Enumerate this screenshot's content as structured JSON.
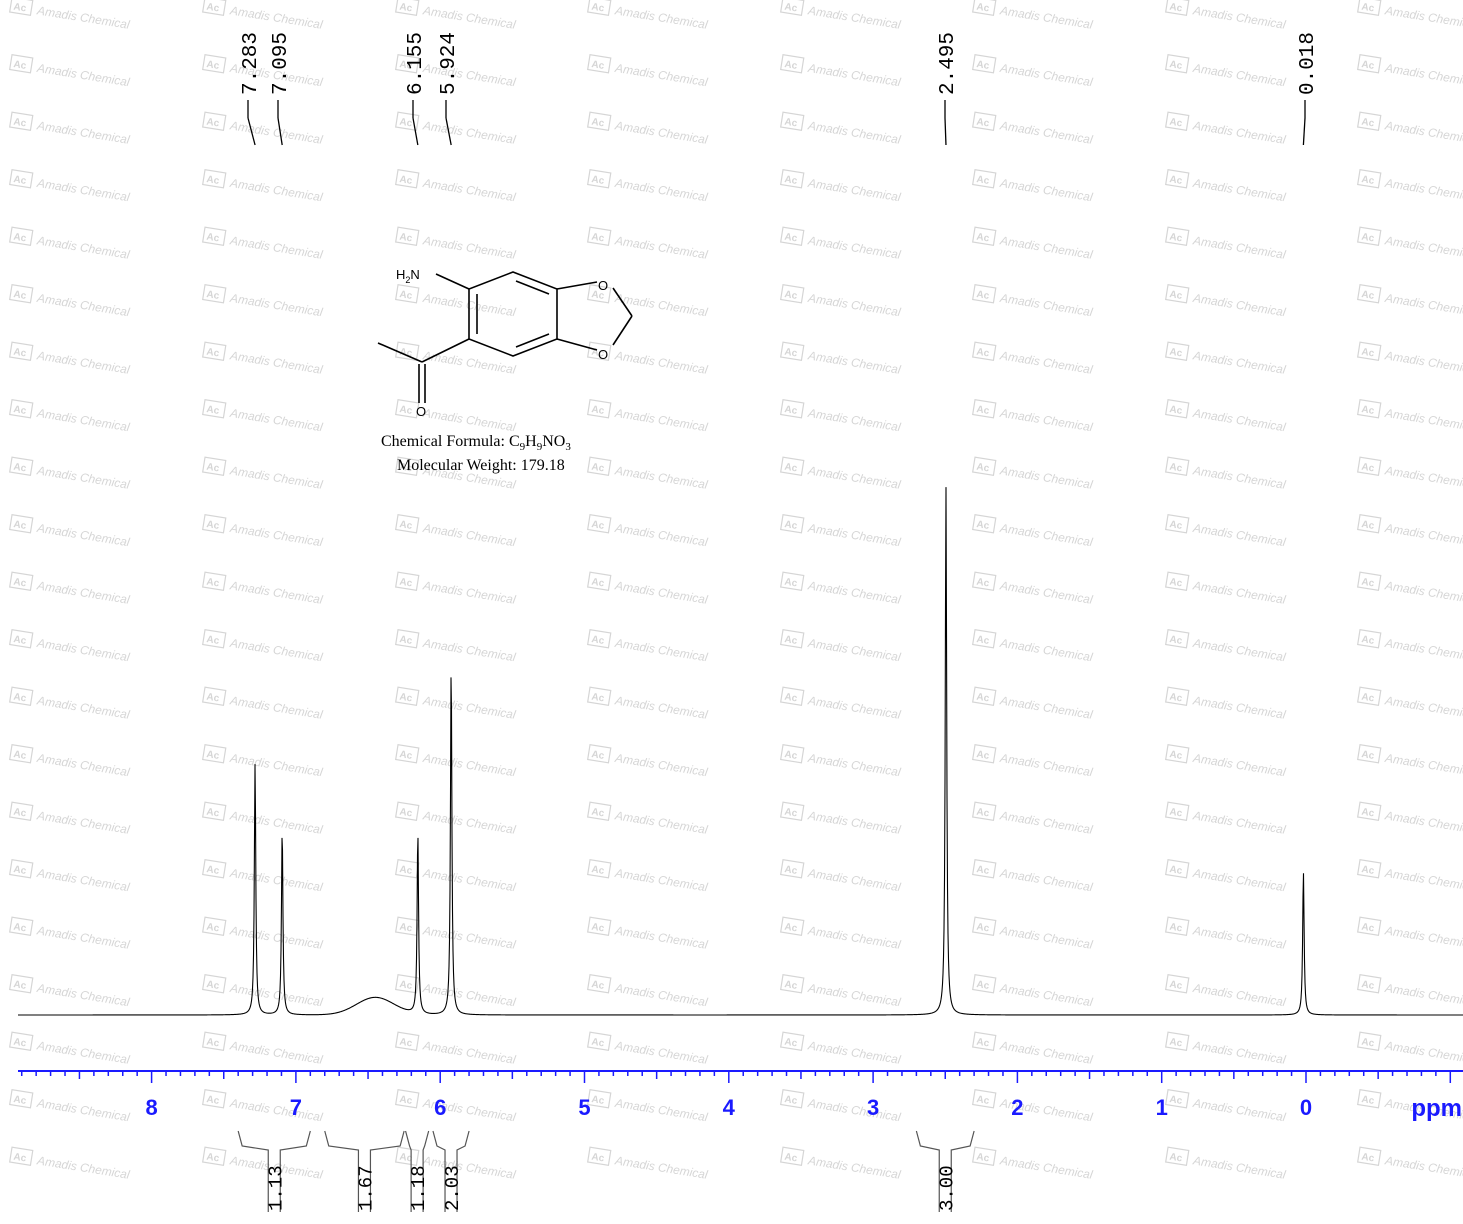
{
  "chart_data": {
    "type": "line",
    "title": "",
    "xlabel": "ppm",
    "ylabel": "",
    "xlim": [
      8.9,
      -1.1
    ],
    "ylim": [
      0,
      100
    ],
    "x_reversed": true,
    "grid": false,
    "axis_color": "#1a1aff",
    "trace_color": "#000000",
    "x_ticks": [
      8,
      7,
      6,
      5,
      4,
      3,
      2,
      1,
      0
    ],
    "peaks": [
      {
        "label": "7.283",
        "ppm": 7.283,
        "height": 72
      },
      {
        "label": "7.095",
        "ppm": 7.095,
        "height": 53
      },
      {
        "label": "6.155",
        "ppm": 6.155,
        "height": 52
      },
      {
        "label": "5.924",
        "ppm": 5.924,
        "height": 100
      },
      {
        "label": "2.495",
        "ppm": 2.495,
        "height": 151
      },
      {
        "label": "0.018",
        "ppm": 0.018,
        "height": 41
      }
    ],
    "broad_peaks": [
      {
        "ppm": 6.45,
        "height": 5,
        "width": 0.13
      }
    ],
    "integrals": [
      {
        "label": "1.13",
        "from": 7.4,
        "to": 6.9
      },
      {
        "label": "1.67",
        "from": 6.8,
        "to": 6.25
      },
      {
        "label": "1.18",
        "from": 6.24,
        "to": 6.08
      },
      {
        "label": "2.03",
        "from": 6.05,
        "to": 5.8
      },
      {
        "label": "3.00",
        "from": 2.7,
        "to": 2.3
      }
    ]
  },
  "structure": {
    "amine_label": "H",
    "amine_sub": "2",
    "amine_n": "N",
    "oxygen_top": "O",
    "oxygen_bottom": "O",
    "carbonyl_o": "O",
    "formula_prefix": "Chemical Formula: ",
    "formula_parts": [
      "C",
      "9",
      "H",
      "9",
      "NO",
      "3"
    ],
    "mw_text": "Molecular Weight: 179.18"
  },
  "watermark": {
    "logo": "Ac",
    "text": "Amadis Chemical"
  }
}
